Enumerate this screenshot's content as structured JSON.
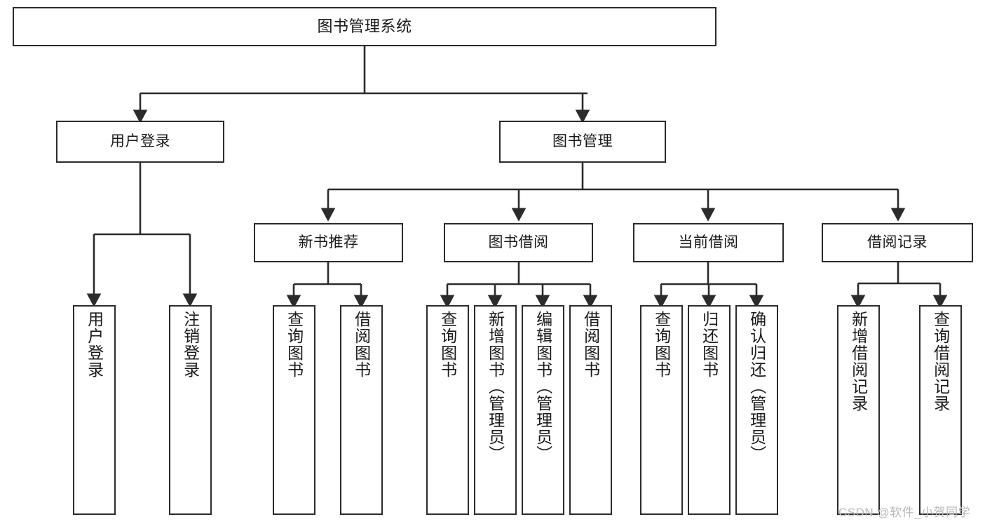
{
  "diagram": {
    "type": "tree",
    "title": "图书管理系统",
    "root": {
      "id": "root",
      "label": "图书管理系统"
    },
    "level2": [
      {
        "id": "user-login",
        "label": "用户登录"
      },
      {
        "id": "book-manage",
        "label": "图书管理"
      }
    ],
    "level3": [
      {
        "id": "new-book-rec",
        "label": "新书推荐"
      },
      {
        "id": "book-borrow",
        "label": "图书借阅"
      },
      {
        "id": "current-borrow",
        "label": "当前借阅"
      },
      {
        "id": "borrow-record",
        "label": "借阅记录"
      }
    ],
    "leaves": {
      "user_login": [
        {
          "id": "leaf-user-login",
          "label": "用户登录"
        },
        {
          "id": "leaf-logout",
          "label": "注销登录"
        }
      ],
      "new_book_rec": [
        {
          "id": "leaf-query-book-1",
          "label": "查询图书"
        },
        {
          "id": "leaf-borrow-book-1",
          "label": "借阅图书"
        }
      ],
      "book_borrow": [
        {
          "id": "leaf-query-book-2",
          "label": "查询图书"
        },
        {
          "id": "leaf-add-book",
          "label": "新增图书（管理员）"
        },
        {
          "id": "leaf-edit-book",
          "label": "编辑图书（管理员）"
        },
        {
          "id": "leaf-borrow-book-2",
          "label": "借阅图书"
        }
      ],
      "current_borrow": [
        {
          "id": "leaf-query-book-3",
          "label": "查询图书"
        },
        {
          "id": "leaf-return-book",
          "label": "归还图书"
        },
        {
          "id": "leaf-confirm-return",
          "label": "确认归还（管理员）"
        }
      ],
      "borrow_record": [
        {
          "id": "leaf-add-record",
          "label": "新增借阅记录"
        },
        {
          "id": "leaf-query-record",
          "label": "查询借阅记录"
        }
      ]
    }
  },
  "colors": {
    "stroke": "#2b2b2b",
    "fill": "#ffffff",
    "text": "#1a1a1a",
    "watermark": "#b9b9b9"
  },
  "watermark": {
    "text": "CSDN @软件_小贺同学"
  }
}
